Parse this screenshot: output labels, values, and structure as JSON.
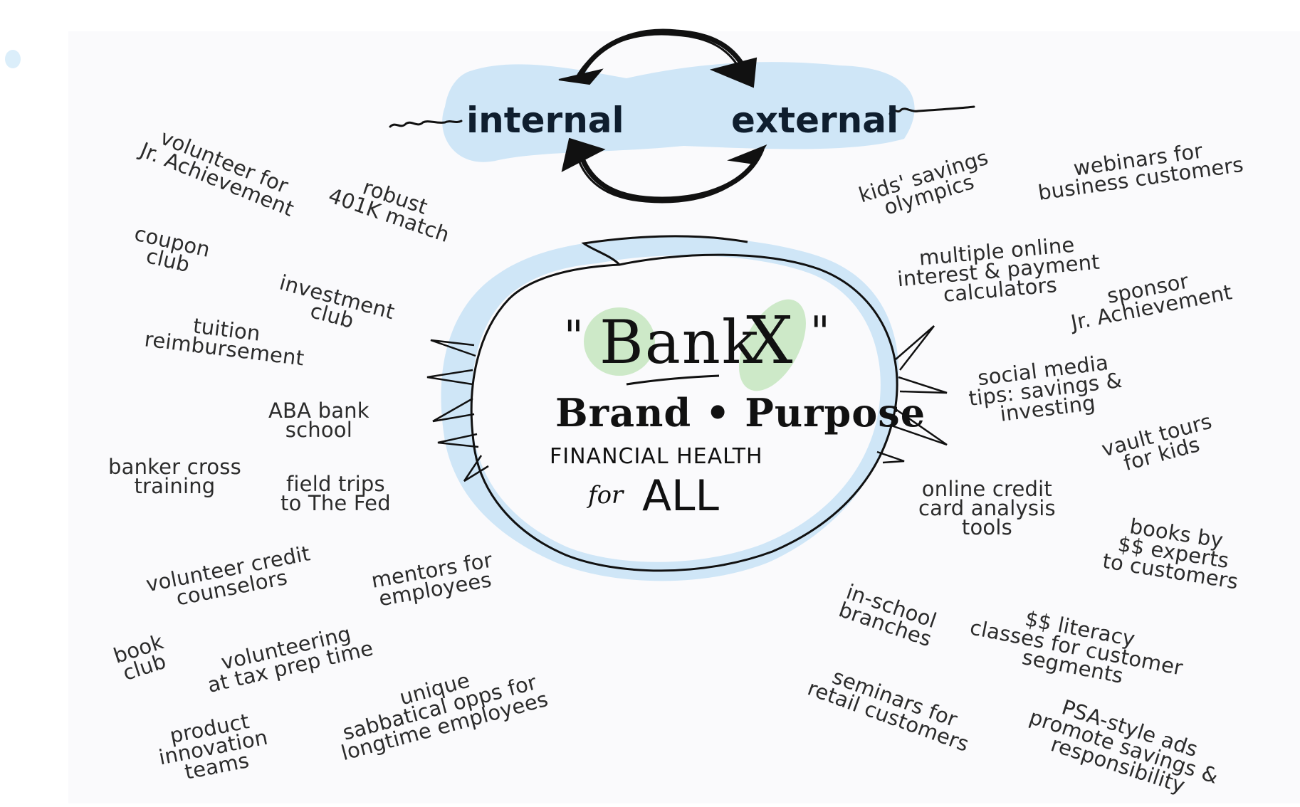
{
  "header": {
    "internal": "internal",
    "external": "external"
  },
  "center": {
    "quote_open": "\"",
    "bank": "Bank",
    "x": "X",
    "quote_close": "\"",
    "brand_purpose": "Brand • Purpose",
    "financial_health": "FINANCIAL HEALTH",
    "for": "for",
    "all": "ALL"
  },
  "internal_items": [
    "volunteer for\nJr. Achievement",
    "robust\n401K match",
    "coupon\nclub",
    "investment\nclub",
    "tuition\nreimbursement",
    "ABA bank\nschool",
    "banker cross\ntraining",
    "field trips\nto The Fed",
    "volunteer credit\ncounselors",
    "mentors for\nemployees",
    "book\nclub",
    "volunteering\nat tax prep time",
    "unique\nsabbatical opps for\nlongtime employees",
    "product\ninnovation\nteams"
  ],
  "external_items": [
    "kids' savings\nolympics",
    "webinars for\nbusiness customers",
    "multiple online\ninterest & payment\ncalculators",
    "sponsor\nJr. Achievement",
    "social media\ntips: savings &\ninvesting",
    "vault tours\nfor kids",
    "online credit\ncard analysis\ntools",
    "books by\n$$ experts\nto customers",
    "in-school\nbranches",
    "$$ literacy\nclasses for customer\nsegments",
    "seminars for\nretail customers",
    "PSA-style ads\npromote savings &\nresponsibility"
  ],
  "colors": {
    "blue_wash": "#cfe6f7",
    "green_wash": "#cde9c8",
    "ink": "#111111",
    "text": "#2b2b2b"
  }
}
